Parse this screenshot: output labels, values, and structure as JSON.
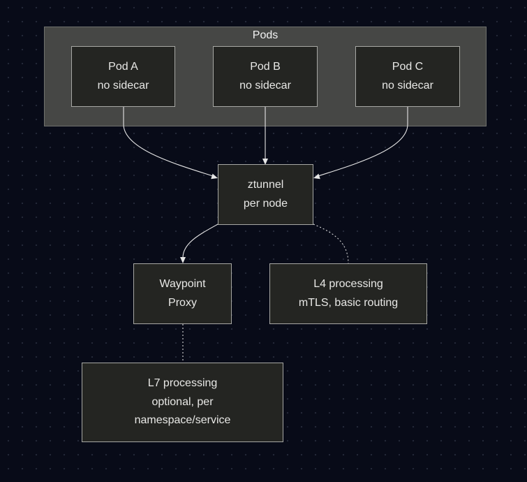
{
  "pods_group": {
    "title": "Pods"
  },
  "nodes": {
    "pod_a": {
      "line1": "Pod A",
      "line2": "no sidecar"
    },
    "pod_b": {
      "line1": "Pod B",
      "line2": "no sidecar"
    },
    "pod_c": {
      "line1": "Pod C",
      "line2": "no sidecar"
    },
    "ztunnel": {
      "line1": "ztunnel",
      "line2": "per node"
    },
    "waypoint": {
      "line1": "Waypoint",
      "line2": "Proxy"
    },
    "l4_note": {
      "line1": "L4 processing",
      "line2": "mTLS, basic routing"
    },
    "l7_note": {
      "line1": "L7 processing",
      "line2": "optional, per",
      "line3": "namespace/service"
    }
  },
  "colors": {
    "background": "#080b18",
    "grid_dot": "#232838",
    "group_fill": "#464745",
    "node_fill": "#242522",
    "node_border": "#a7a8a4",
    "edge": "#e6e6e6",
    "text": "#e8e8e6"
  }
}
